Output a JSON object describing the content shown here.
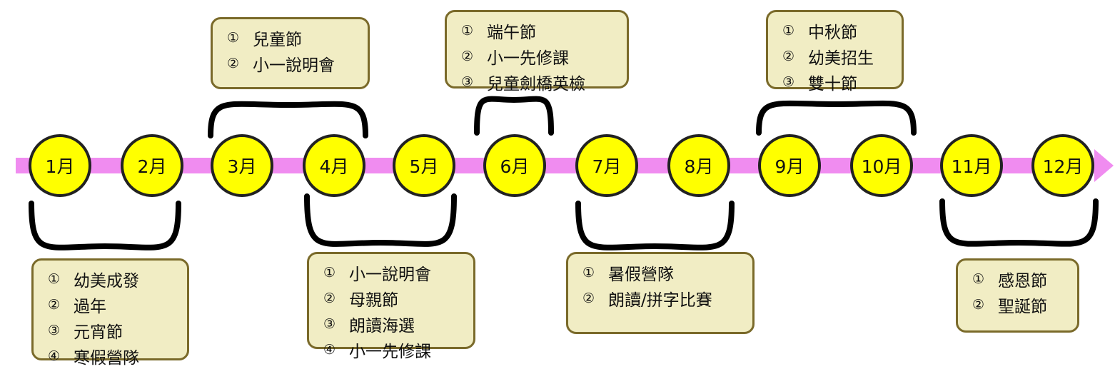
{
  "colors": {
    "timeline": "#f08cf0",
    "month_fill": "#ffff00",
    "box_fill": "#f1edc4",
    "box_border": "#7a6a2a"
  },
  "months": [
    "1月",
    "2月",
    "3月",
    "4月",
    "5月",
    "6月",
    "7月",
    "8月",
    "9月",
    "10月",
    "11月",
    "12月"
  ],
  "groups": [
    {
      "months": [
        "1月",
        "2月"
      ],
      "position": "below",
      "items": [
        {
          "num": "①",
          "text": "幼美成發"
        },
        {
          "num": "②",
          "text": "過年"
        },
        {
          "num": "③",
          "text": "元宵節"
        },
        {
          "num": "④",
          "text": "寒假營隊"
        }
      ]
    },
    {
      "months": [
        "3月",
        "4月"
      ],
      "position": "above",
      "items": [
        {
          "num": "①",
          "text": "兒童節"
        },
        {
          "num": "②",
          "text": "小一說明會"
        }
      ]
    },
    {
      "months": [
        "4月",
        "5月"
      ],
      "position": "below",
      "items": [
        {
          "num": "①",
          "text": "小一說明會"
        },
        {
          "num": "②",
          "text": "母親節"
        },
        {
          "num": "③",
          "text": "朗讀海選"
        },
        {
          "num": "④",
          "text": "小一先修課"
        }
      ]
    },
    {
      "months": [
        "6月"
      ],
      "position": "above",
      "items": [
        {
          "num": "①",
          "text": "端午節"
        },
        {
          "num": "②",
          "text": "小一先修課"
        },
        {
          "num": "③",
          "text": "兒童劍橋英檢"
        }
      ]
    },
    {
      "months": [
        "7月",
        "8月"
      ],
      "position": "below",
      "items": [
        {
          "num": "①",
          "text": "暑假營隊"
        },
        {
          "num": "②",
          "text": "朗讀/拼字比賽"
        }
      ]
    },
    {
      "months": [
        "9月",
        "10月"
      ],
      "position": "above",
      "items": [
        {
          "num": "①",
          "text": "中秋節"
        },
        {
          "num": "②",
          "text": "幼美招生"
        },
        {
          "num": "③",
          "text": "雙十節"
        }
      ]
    },
    {
      "months": [
        "11月",
        "12月"
      ],
      "position": "below",
      "items": [
        {
          "num": "①",
          "text": "感恩節"
        },
        {
          "num": "②",
          "text": "聖誕節"
        }
      ]
    }
  ]
}
